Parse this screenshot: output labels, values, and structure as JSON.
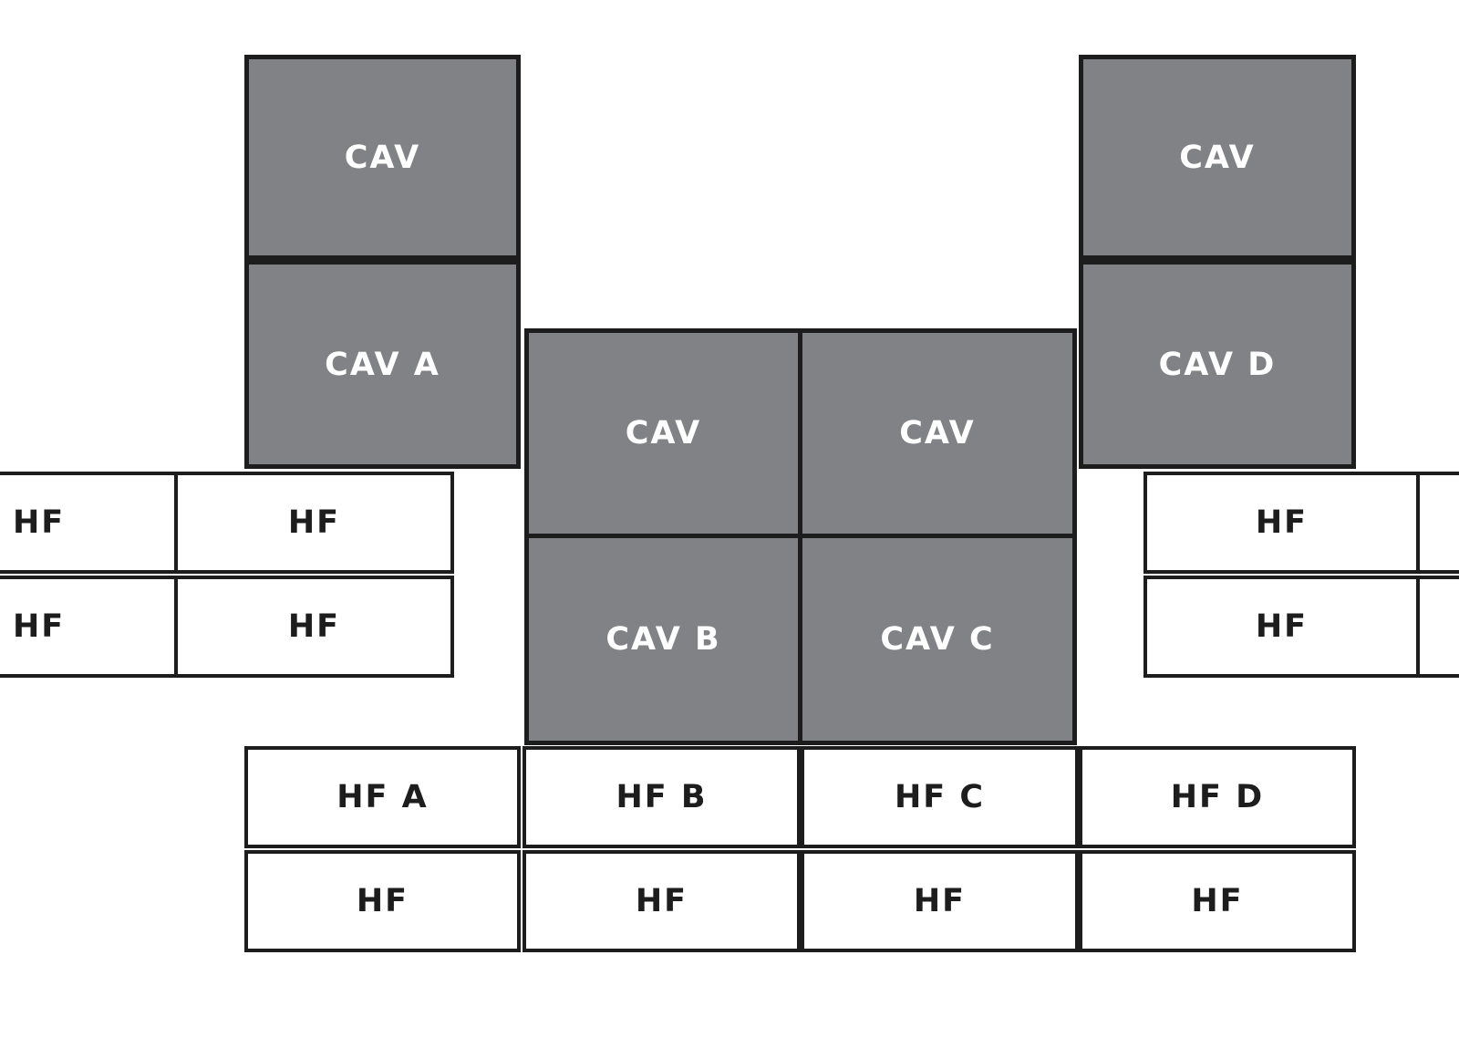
{
  "cav_blocks": {
    "top_left": "CAV",
    "a": "CAV A",
    "middle_top_left": "CAV",
    "middle_top_right": "CAV",
    "b": "CAV B",
    "c": "CAV C",
    "top_right": "CAV",
    "d": "CAV D"
  },
  "hf_left": [
    "HF",
    "HF",
    "HF",
    "HF"
  ],
  "hf_right": [
    "HF",
    "HF"
  ],
  "hf_bottom_top_row": [
    "HF A",
    "HF B",
    "HF C",
    "HF D"
  ],
  "hf_bottom_lower_row": [
    "HF",
    "HF",
    "HF",
    "HF"
  ],
  "colors": {
    "cav_fill": "#818285",
    "hf_fill": "#ffffff",
    "outline": "#1d1d1d",
    "cav_text": "#ffffff",
    "hf_text": "#1d1d1d"
  }
}
